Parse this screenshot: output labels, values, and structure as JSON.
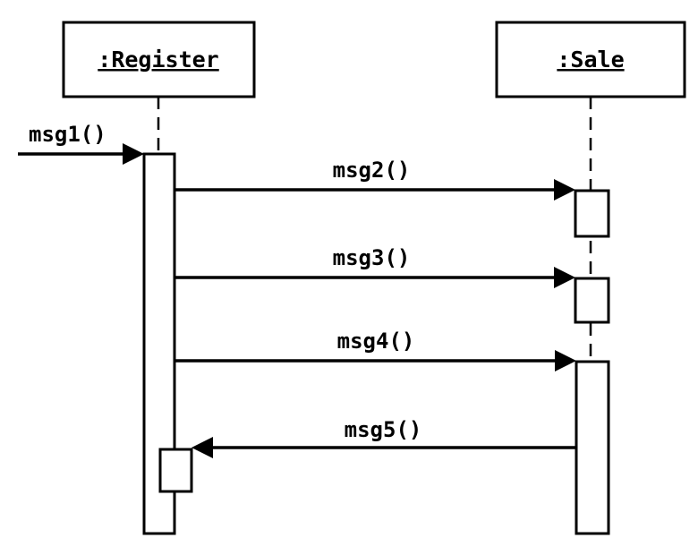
{
  "lifelines": [
    {
      "id": "register",
      "label": ":Register"
    },
    {
      "id": "sale",
      "label": ":Sale"
    }
  ],
  "messages": [
    {
      "id": "msg1",
      "label": "msg1()",
      "from": "external",
      "to": "register"
    },
    {
      "id": "msg2",
      "label": "msg2()",
      "from": "register",
      "to": "sale"
    },
    {
      "id": "msg3",
      "label": "msg3()",
      "from": "register",
      "to": "sale"
    },
    {
      "id": "msg4",
      "label": "msg4()",
      "from": "register",
      "to": "sale"
    },
    {
      "id": "msg5",
      "label": "msg5()",
      "from": "sale",
      "to": "register"
    }
  ]
}
